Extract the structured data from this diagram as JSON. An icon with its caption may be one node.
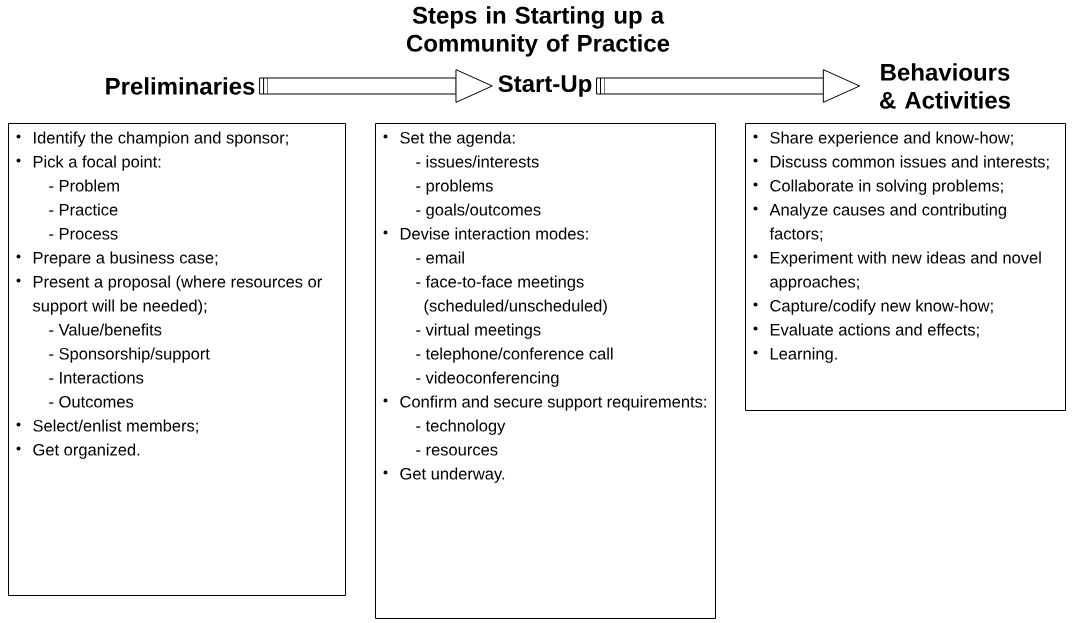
{
  "diagram": {
    "title": "Steps in Starting up a Community of Practice",
    "nodes": [
      {
        "text": [
          "Preliminaries"
        ]
      },
      {
        "text": [
          "Identify the champion and sponsor;",
          "Pick a focal point:",
          "- Problem",
          "- Practice",
          "- Process",
          "Prepare a business case;",
          "Present a proposal (where resources or support will be needed);",
          "- Value/benefits",
          "- Sponsorship/support",
          "- Interactions",
          "- Outcomes",
          "Select/enlist members;",
          "Get organized."
        ]
      },
      {
        "text": [
          "Start-Up"
        ]
      },
      {
        "text": [
          "Set the agenda:",
          "- issues/interests",
          "- problems",
          "- goals/outcomes",
          "Devise interaction modes:",
          "- email",
          "- face-to-face meetings (scheduled/unscheduled)",
          "- virtual meetings",
          "- telephone/conference call",
          "- videoconferencing",
          "Confirm and secure support requirements:",
          "- technology",
          "- resources",
          "Get underway."
        ]
      },
      {
        "text": [
          "Behaviours & Activities"
        ]
      },
      {
        "text": [
          "Share experience and know-how;",
          "Discuss common issues and interests;",
          "Collaborate in solving problems;",
          "Analyze causes and contributing factors;",
          "Experiment with new ideas and novel approaches;",
          "Capture/codify new know-how;",
          "Evaluate actions and effects;",
          "Learning."
        ]
      }
    ],
    "edges": [
      {
        "from": 0,
        "to": 2,
        "arrow": "to"
      },
      {
        "from": 2,
        "to": 4,
        "arrow": "to"
      }
    ]
  }
}
